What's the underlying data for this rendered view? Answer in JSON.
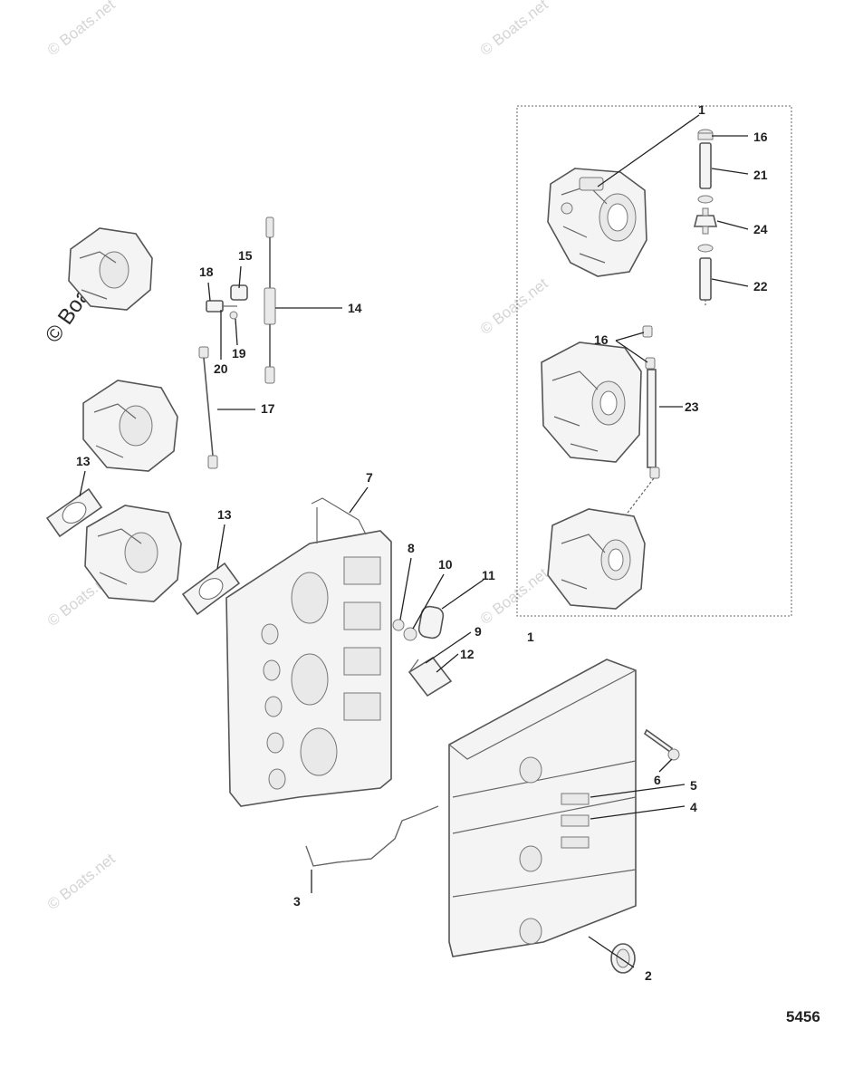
{
  "watermark": {
    "text": "© Boats.net"
  },
  "diagram_number": "5456",
  "callouts": [
    {
      "id": "c1-top",
      "label": "1"
    },
    {
      "id": "c16-top",
      "label": "16"
    },
    {
      "id": "c21",
      "label": "21"
    },
    {
      "id": "c24",
      "label": "24"
    },
    {
      "id": "c22",
      "label": "22"
    },
    {
      "id": "c16-mid",
      "label": "16"
    },
    {
      "id": "c23",
      "label": "23"
    },
    {
      "id": "c1-bottom",
      "label": "1"
    },
    {
      "id": "c15",
      "label": "15"
    },
    {
      "id": "c18",
      "label": "18"
    },
    {
      "id": "c14",
      "label": "14"
    },
    {
      "id": "c19",
      "label": "19"
    },
    {
      "id": "c20",
      "label": "20"
    },
    {
      "id": "c17",
      "label": "17"
    },
    {
      "id": "c13-left",
      "label": "13"
    },
    {
      "id": "c13-right",
      "label": "13"
    },
    {
      "id": "c7",
      "label": "7"
    },
    {
      "id": "c8",
      "label": "8"
    },
    {
      "id": "c10",
      "label": "10"
    },
    {
      "id": "c11",
      "label": "11"
    },
    {
      "id": "c9",
      "label": "9"
    },
    {
      "id": "c12",
      "label": "12"
    },
    {
      "id": "c6",
      "label": "6"
    },
    {
      "id": "c5",
      "label": "5"
    },
    {
      "id": "c4",
      "label": "4"
    },
    {
      "id": "c3",
      "label": "3"
    },
    {
      "id": "c2",
      "label": "2"
    }
  ]
}
